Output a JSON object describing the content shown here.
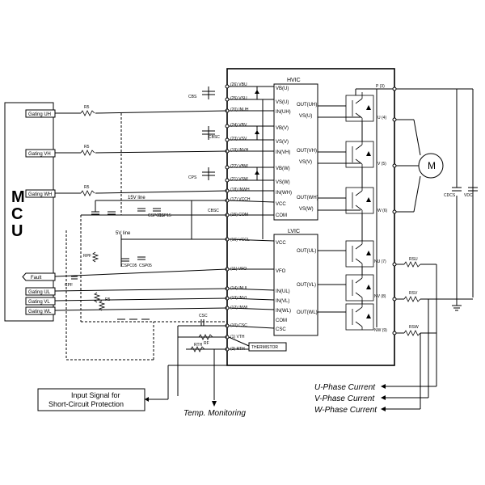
{
  "mcu": {
    "letters": [
      "M",
      "C",
      "U"
    ]
  },
  "gating": {
    "uh": "Gating UH",
    "vh": "Gating VH",
    "wh": "Gating WH",
    "fault": "Fault",
    "ul": "Gating UL",
    "vl": "Gating VL",
    "wl": "Gating WL"
  },
  "hvic": {
    "title": "HVIC",
    "pins": [
      "VB(U)",
      "VS(U)",
      "IN(UH)",
      "VB(V)",
      "VS(V)",
      "IN(VH)",
      "VB(W)",
      "VS(W)",
      "IN(WH)",
      "VCC",
      "COM"
    ],
    "outputs": [
      "OUT(UH)",
      "VS(U)",
      "OUT(VH)",
      "VS(V)",
      "OUT(WH)",
      "VS(W)"
    ]
  },
  "lvic": {
    "title": "LVIC",
    "pins": [
      "VCC",
      "VFO",
      "IN(UL)",
      "IN(VL)",
      "IN(WL)",
      "COM",
      "CSC"
    ],
    "outputs": [
      "OUT(UL)",
      "OUT(VL)",
      "OUT(WL)"
    ]
  },
  "thermistor": "THERMISTOR",
  "pin_labels": {
    "p26": "(26) VBU",
    "p25": "(25) VSU",
    "p20": "(20) INUH",
    "p24": "(24) VBV",
    "p23": "(23) VSV",
    "p19": "(19) INVH",
    "p22": "(22) VBW",
    "p21": "(21) VSW",
    "p18": "(18) INWH",
    "p17": "(17) VCCH",
    "p15": "(15) COM",
    "p16": "(16) VCCL",
    "p11": "(11) VFO",
    "p14": "(14) INUL",
    "p13": "(13) INVL",
    "p12": "(12) INWL",
    "p10": "(10) CSC",
    "p1": "(1) VTH",
    "p2": "(2) RTH"
  },
  "outputs": {
    "p3": "P (3)",
    "u4": "U (4)",
    "v5": "V (5)",
    "w6": "W (6)",
    "nu7": "NU (7)",
    "nv8": "NV (8)",
    "nw9": "NW (9)"
  },
  "components": {
    "r5a": "R5",
    "r5b": "R5",
    "r5c": "R5",
    "rpf": "RPF",
    "cpf": "CPF",
    "r5l": "R5",
    "c15": "15V line",
    "c5": "5V line",
    "cbs": "CBS",
    "cbsc": "CBSC",
    "cps": "CPS",
    "cspc15": "CSPC15",
    "cbs15": "CSP15",
    "cbsc2": "CBSC",
    "cspc05": "CSPC05",
    "csp05": "CSP05",
    "csc": "CSC",
    "rf": "RF",
    "rth": "RTH",
    "cdcs": "CDCS",
    "vdc": "VDC",
    "rsu": "RSU",
    "rsv": "RSV",
    "rsw": "RSW",
    "motor": "M"
  },
  "labels": {
    "input_signal_line1": "Input Signal for",
    "input_signal_line2": "Short-Circuit Protection",
    "temp": "Temp. Monitoring",
    "u_current": "U-Phase Current",
    "v_current": "V-Phase Current",
    "w_current": "W-Phase Current"
  }
}
